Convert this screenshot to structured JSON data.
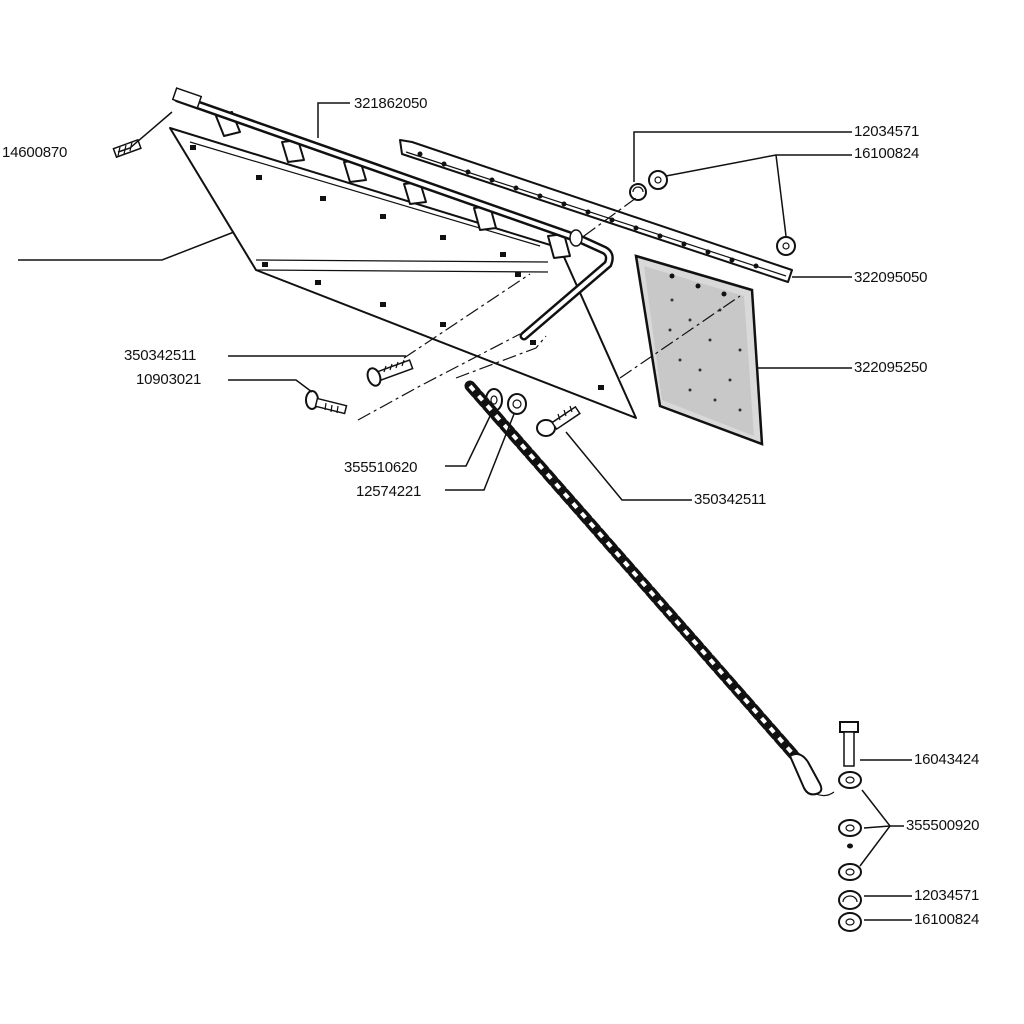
{
  "diagram": {
    "type": "exploded-parts-diagram",
    "labels": {
      "bar_rod": "321862050",
      "pin": "14600870",
      "clip_top": "12034571",
      "nut_top": "16100824",
      "support_strip": "322095050",
      "mud_flap": "322095250",
      "bolt_left": "350342511",
      "screw_left": "10903021",
      "washer_mid": "355510620",
      "nut_mid": "12574221",
      "bolt_right": "350342511",
      "bolt_bottom": "16043424",
      "washers_bottom": "355500920",
      "clip_bottom": "12034571",
      "nut_bottom": "16100824"
    }
  }
}
